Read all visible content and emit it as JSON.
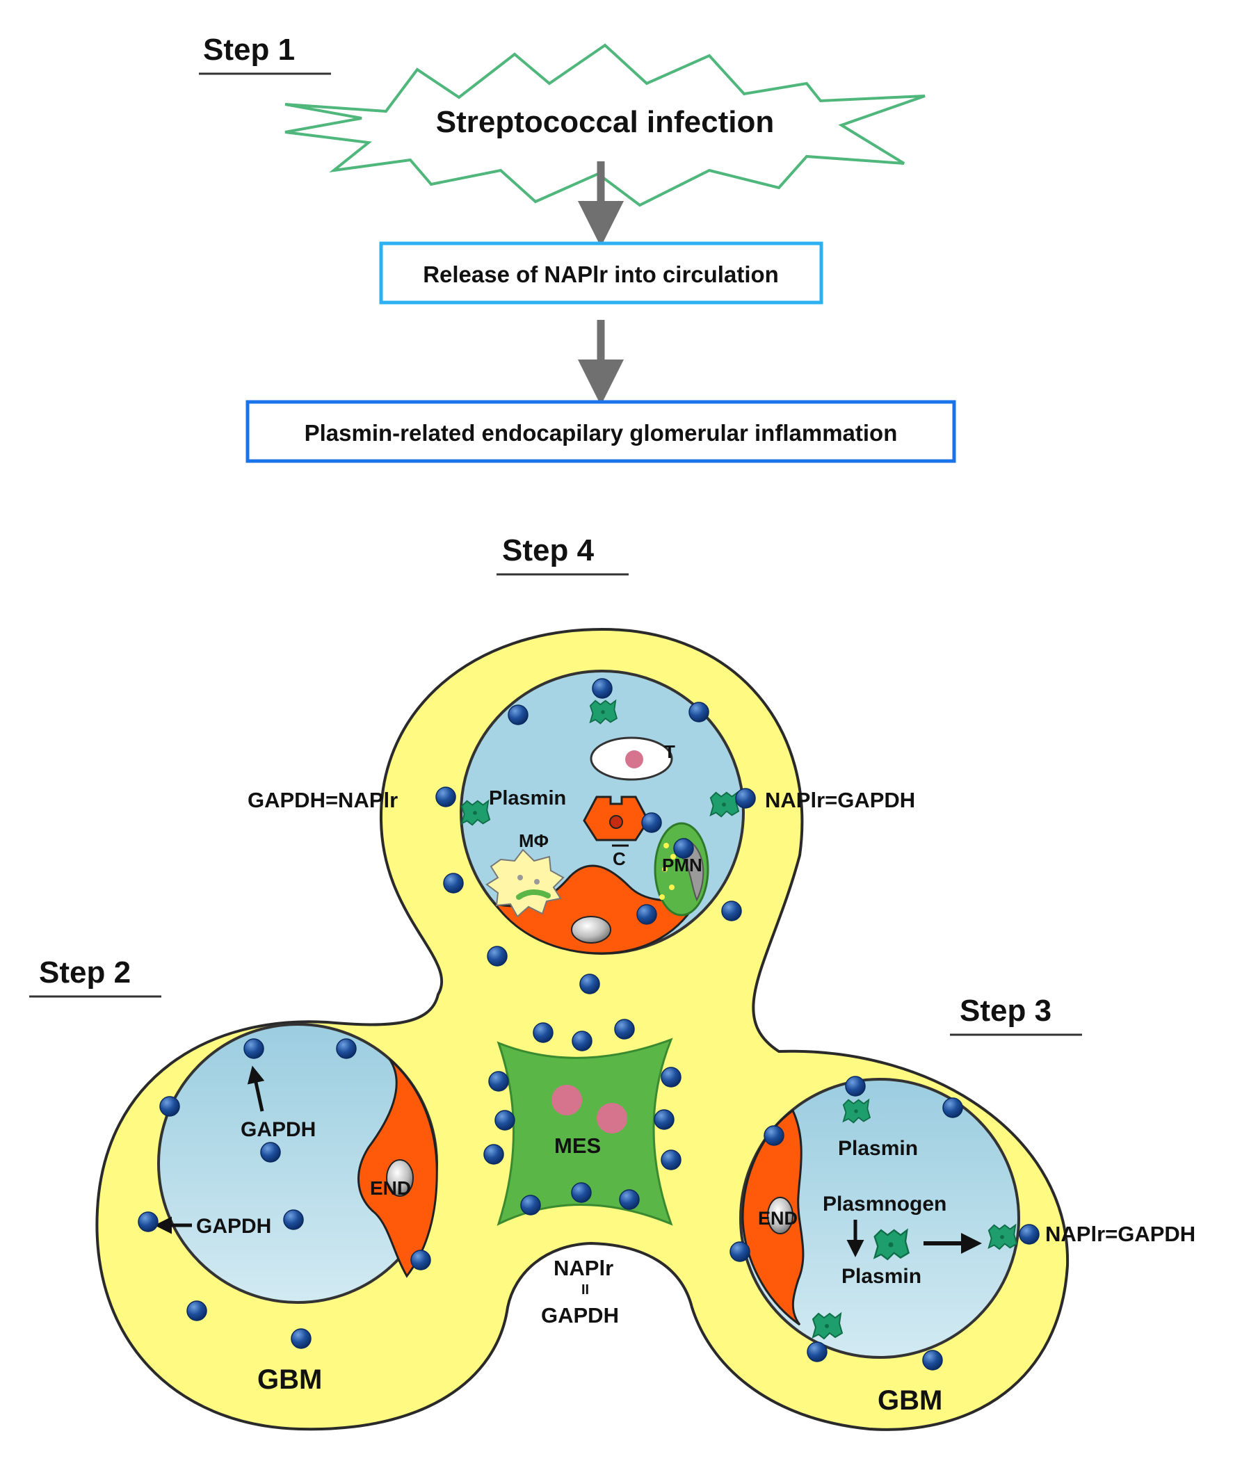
{
  "colors": {
    "tissue_yellow": "#FFFA82",
    "lumen_blue": "#A6D4E4",
    "endothelial_orange": "#FF5A0A",
    "mesangial_green": "#5BB648",
    "plasmin_green": "#1E9E6C",
    "napir_dot_blue": "#1E4F9C",
    "burst_outline": "#4FB67C",
    "box1_border": "#2BB1F0",
    "box2_border": "#1A73E8",
    "arrow_gray": "#707070"
  },
  "flow": {
    "step1": "Step 1",
    "infection": "Streptococcal infection",
    "release": "Release of NAPlr into circulation",
    "inflammation": "Plasmin-related endocapilary glomerular inflammation"
  },
  "step2": {
    "title": "Step 2",
    "gapdh_up": "GAPDH",
    "gapdh_left": "GAPDH",
    "end": "END",
    "gbm": "GBM"
  },
  "step3": {
    "title": "Step 3",
    "plasmin_top": "Plasmin",
    "plasminogen": "Plasmnogen",
    "plasmin_bottom": "Plasmin",
    "napir_gapdh": "NAPlr=GAPDH",
    "end": "END",
    "gbm": "GBM"
  },
  "step4": {
    "title": "Step 4",
    "gapdh_napir": "GAPDH=NAPlr",
    "napir_gapdh": "NAPlr=GAPDH",
    "plasmin": "Plasmin",
    "t_cell": "T",
    "complement": "C",
    "macrophage": "MΦ",
    "pmn": "PMN"
  },
  "center": {
    "mes": "MES",
    "napir": "NAPlr",
    "equals": "II",
    "gapdh": "GAPDH"
  }
}
